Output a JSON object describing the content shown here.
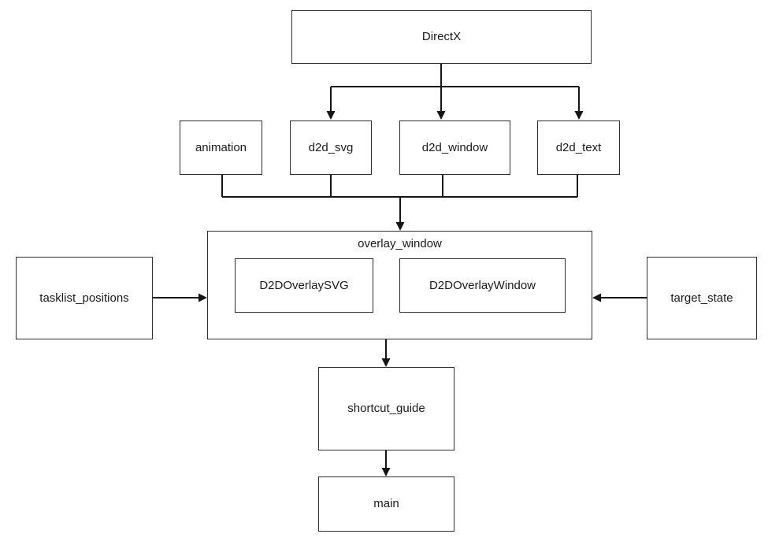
{
  "diagram": {
    "type": "dependency-flowchart",
    "colors": {
      "background": "#ffffff",
      "box_fill": "#ffffff",
      "box_border": "#2f2f2f",
      "line": "#151515",
      "text": "#1a1a1a"
    },
    "nodes": {
      "directx": {
        "label": "DirectX"
      },
      "animation": {
        "label": "animation"
      },
      "d2d_svg": {
        "label": "d2d_svg"
      },
      "d2d_window": {
        "label": "d2d_window"
      },
      "d2d_text": {
        "label": "d2d_text"
      },
      "overlay_window": {
        "label": "overlay_window"
      },
      "d2d_overlay_svg": {
        "label": "D2DOverlaySVG"
      },
      "d2d_overlay_window": {
        "label": "D2DOverlayWindow"
      },
      "tasklist_positions": {
        "label": "tasklist_positions"
      },
      "target_state": {
        "label": "target_state"
      },
      "shortcut_guide": {
        "label": "shortcut_guide"
      },
      "main": {
        "label": "main"
      }
    },
    "containment": [
      {
        "parent": "overlay_window",
        "children": [
          "D2DOverlaySVG",
          "D2DOverlayWindow"
        ]
      }
    ],
    "edges": [
      {
        "from": "DirectX",
        "to": "d2d_svg",
        "arrow": "to"
      },
      {
        "from": "DirectX",
        "to": "d2d_window",
        "arrow": "to"
      },
      {
        "from": "DirectX",
        "to": "d2d_text",
        "arrow": "to"
      },
      {
        "from": "animation",
        "to": "overlay_window",
        "arrow": "to"
      },
      {
        "from": "d2d_svg",
        "to": "overlay_window",
        "arrow": "to"
      },
      {
        "from": "d2d_window",
        "to": "overlay_window",
        "arrow": "to"
      },
      {
        "from": "d2d_text",
        "to": "overlay_window",
        "arrow": "to"
      },
      {
        "from": "tasklist_positions",
        "to": "overlay_window",
        "arrow": "to"
      },
      {
        "from": "target_state",
        "to": "overlay_window",
        "arrow": "to"
      },
      {
        "from": "overlay_window",
        "to": "shortcut_guide",
        "arrow": "to"
      },
      {
        "from": "shortcut_guide",
        "to": "main",
        "arrow": "to"
      }
    ]
  }
}
